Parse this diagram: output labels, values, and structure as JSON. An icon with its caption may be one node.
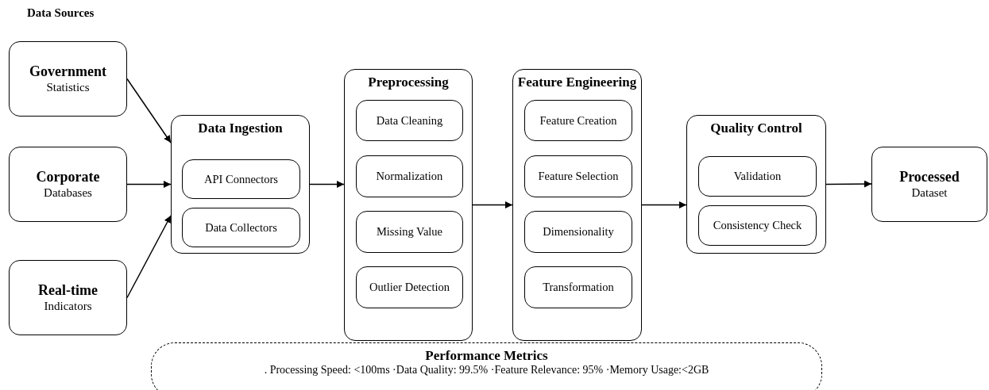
{
  "diagram": {
    "title": "Data Sources",
    "nodes": [
      {
        "text": [
          "Government",
          "Statistics"
        ]
      },
      {
        "text": [
          "Corporate",
          "Databases"
        ]
      },
      {
        "text": [
          "Real-time",
          "Indicators"
        ]
      },
      {
        "text": [
          "Data Ingestion"
        ]
      },
      {
        "text": [
          "API Connectors"
        ],
        "in": 3
      },
      {
        "text": [
          "Data Collectors"
        ],
        "in": 3
      },
      {
        "text": [
          "Preprocessing"
        ]
      },
      {
        "text": [
          "Data Cleaning"
        ],
        "in": 6
      },
      {
        "text": [
          "Normalization"
        ],
        "in": 6
      },
      {
        "text": [
          "Missing Value"
        ],
        "in": 6
      },
      {
        "text": [
          "Outlier Detection"
        ],
        "in": 6
      },
      {
        "text": [
          "Feature Engineering"
        ]
      },
      {
        "text": [
          "Feature Creation"
        ],
        "in": 11
      },
      {
        "text": [
          "Feature Selection"
        ],
        "in": 11
      },
      {
        "text": [
          "Dimensionality"
        ],
        "in": 11
      },
      {
        "text": [
          "Transformation"
        ],
        "in": 11
      },
      {
        "text": [
          "Quality Control"
        ]
      },
      {
        "text": [
          "Validation"
        ],
        "in": 16
      },
      {
        "text": [
          "Consistency Check"
        ],
        "in": 16
      },
      {
        "text": [
          "Processed",
          "Dataset"
        ]
      },
      {
        "text": [
          "Performance Metrics",
          ". Processing Speed: <100ms ·Data Quality: 99.5% ·Feature Relevance: 95% ·Memory Usage:<2GB"
        ]
      }
    ],
    "edges": [
      {
        "from": 0,
        "to": 3,
        "arrow": "to"
      },
      {
        "from": 1,
        "to": 3,
        "arrow": "to"
      },
      {
        "from": 2,
        "to": 3,
        "arrow": "to"
      },
      {
        "from": 3,
        "to": 6,
        "arrow": "to"
      },
      {
        "from": 6,
        "to": 11,
        "arrow": "to"
      },
      {
        "from": 11,
        "to": 16,
        "arrow": "to"
      },
      {
        "from": 16,
        "to": 19,
        "arrow": "to"
      }
    ]
  }
}
